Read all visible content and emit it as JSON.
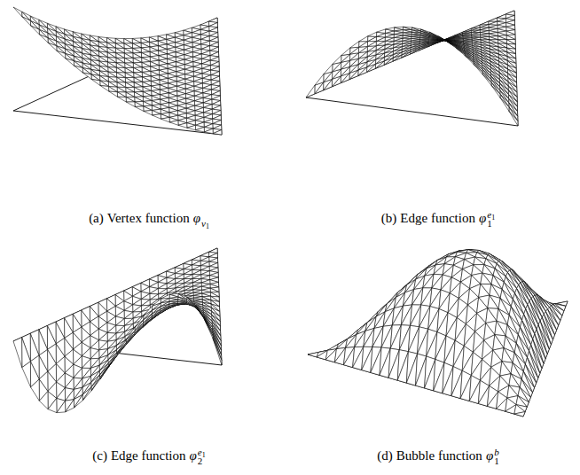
{
  "diagram": {
    "labels": [
      "(a)",
      "Vertex function",
      "φ",
      "v",
      "1",
      "(b)",
      "Edge function",
      "φ",
      "1",
      "e",
      "1",
      "(c)",
      "Edge function",
      "φ",
      "2",
      "e",
      "1",
      "(d)",
      "Bubble function",
      "φ",
      "1",
      "b"
    ]
  }
}
